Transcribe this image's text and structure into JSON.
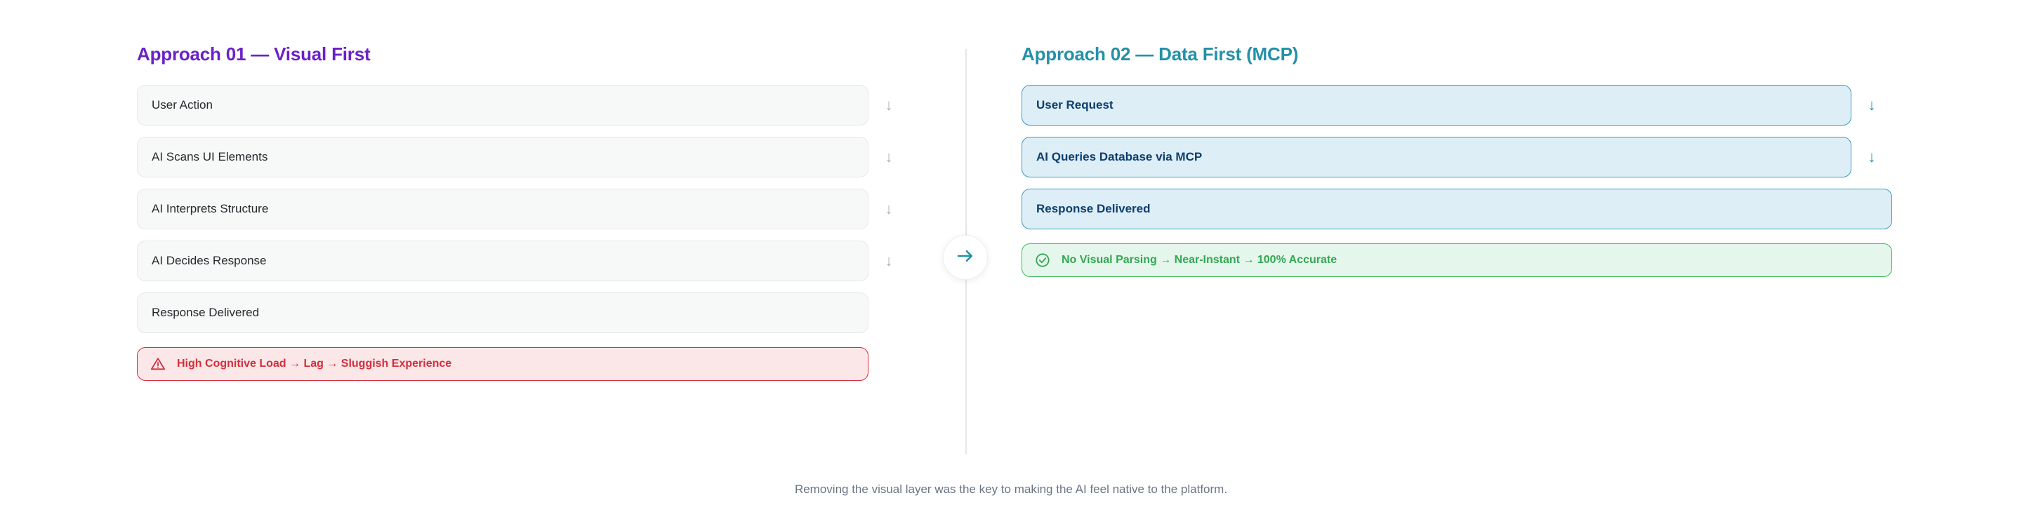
{
  "left_column": {
    "title": "Approach 01 — Visual First",
    "title_color": "#6b21c8",
    "steps": [
      {
        "label": "User Action",
        "arrow": "down-arrow-icon"
      },
      {
        "label": "AI Scans UI Elements",
        "arrow": "down-arrow-icon"
      },
      {
        "label": "AI Interprets Structure",
        "arrow": "down-arrow-icon"
      },
      {
        "label": "AI Decides Response",
        "arrow": "down-arrow-icon"
      },
      {
        "label": "Response Delivered",
        "arrow": ""
      }
    ],
    "banner": {
      "icon": "warning-triangle-icon",
      "text": "High Cognitive Load → Lag → Sluggish Experience",
      "color": "#d32f3c",
      "background": "#fbe6e8"
    }
  },
  "right_column": {
    "title": "Approach 02 — Data First (MCP)",
    "title_color": "#2391a8",
    "steps": [
      {
        "label": "User Request",
        "arrow": "down-arrow-icon"
      },
      {
        "label": "AI Queries Database via MCP",
        "arrow": "down-arrow-icon"
      },
      {
        "label": "Response Delivered",
        "arrow": ""
      }
    ],
    "banner": {
      "icon": "check-circle-icon",
      "text": "No Visual Parsing → Near-Instant → 100% Accurate",
      "color": "#34a853",
      "background": "#e5f6ec"
    }
  },
  "center": {
    "icon": "arrow-right-icon",
    "color": "#2391a8"
  },
  "footer": {
    "caption": "Removing the visual layer was the key to making the AI feel native to the platform."
  },
  "arrow_glyph": "↓"
}
